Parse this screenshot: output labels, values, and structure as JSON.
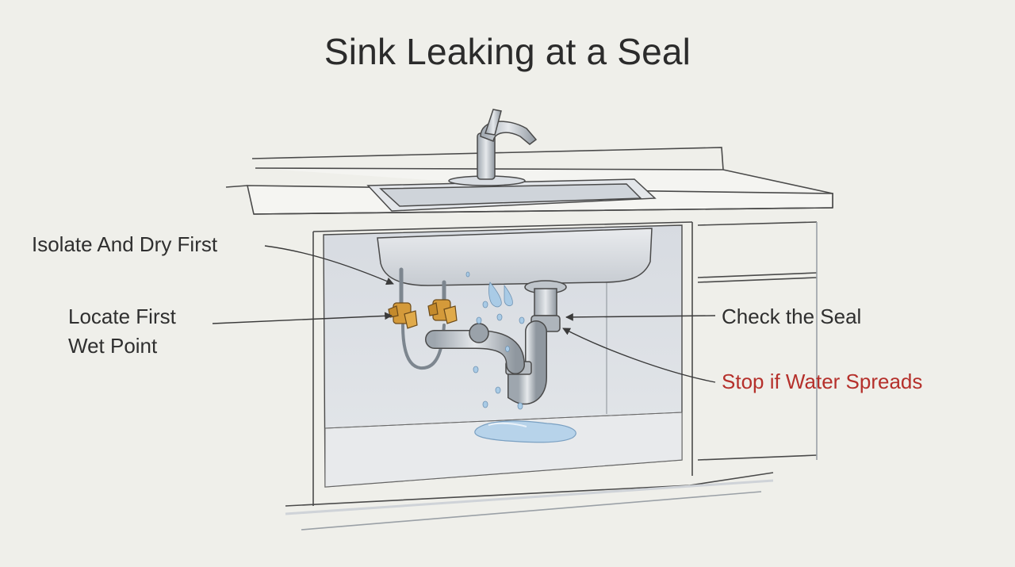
{
  "title": "Sink Leaking at a Seal",
  "labels": {
    "isolate": "Isolate And Dry First",
    "locate_line1": "Locate First",
    "locate_line2": "Wet Point",
    "check": "Check the Seal",
    "stop": "Stop if Water Spreads"
  },
  "colors": {
    "background": "#efefea",
    "line": "#4a4a4a",
    "warning_text": "#b5302b",
    "valve": "#d49a3a",
    "water": "#a9cbe6",
    "cabinet_interior": "#dde1e6"
  },
  "icons": [
    "faucet-icon",
    "shutoff-valve-icon",
    "p-trap-icon",
    "water-puddle-icon",
    "water-drop-icon"
  ]
}
